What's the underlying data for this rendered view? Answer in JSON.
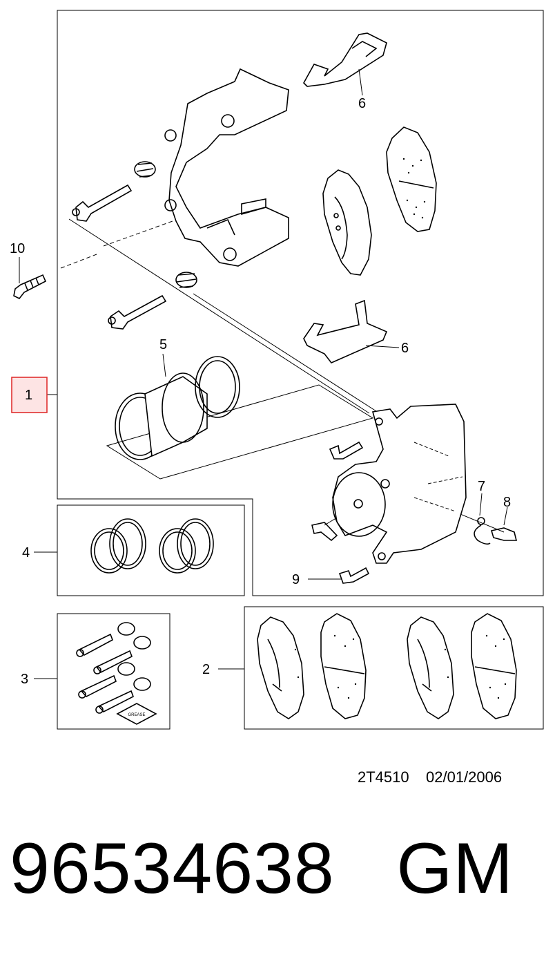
{
  "callouts": {
    "c1": "1",
    "c2": "2",
    "c3": "3",
    "c4": "4",
    "c5": "5",
    "c6a": "6",
    "c6b": "6",
    "c7": "7",
    "c8": "8",
    "c9": "9",
    "c10": "10"
  },
  "grease_label": "GREASE",
  "diagram_code": "2T4510",
  "diagram_date": "02/01/2006",
  "part_number": "96534638",
  "brand": "GM",
  "colors": {
    "highlight": "#e03030",
    "highlight_fill": "#fde4e4",
    "line": "#000000"
  }
}
